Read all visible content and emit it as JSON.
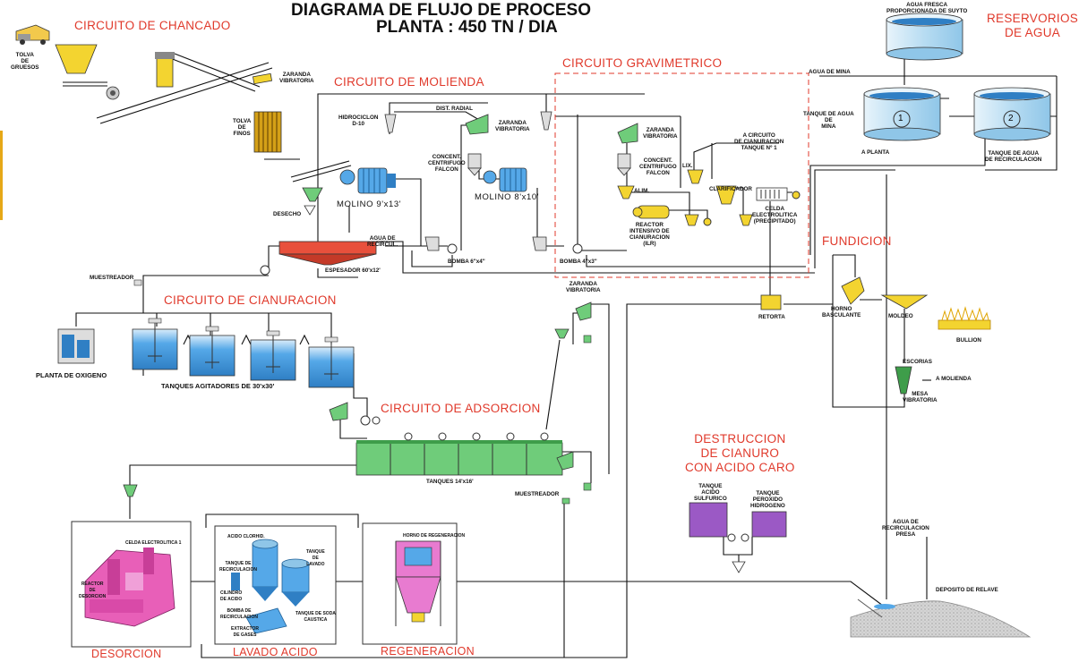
{
  "title": {
    "line1": "DIAGRAMA  DE  FLUJO DE PROCESO",
    "line2": "PLANTA : 450 TN / DIA"
  },
  "sections": {
    "chancado": "CIRCUITO DE CHANCADO",
    "molienda": "CIRCUITO DE MOLIENDA",
    "gravimetrico": "CIRCUITO GRAVIMETRICO",
    "reservorios": "RESERVORIOS\nDE AGUA",
    "cianuracion": "CIRCUITO DE CIANURACION",
    "fundicion": "FUNDICION",
    "adsorcion": "CIRCUITO DE ADSORCION",
    "destruccion": "DESTRUCCION\nDE CIANURO\nCON ACIDO CARO",
    "desorcion": "DESORCION",
    "lavado": "LAVADO ACIDO",
    "regeneracion": "REGENERACION"
  },
  "labels": {
    "tolva_gruesos": "TOLVA\nDE\nGRUESOS",
    "zaranda_vib_1": "ZARANDA\nVIBRATORIA",
    "tolva_finos": "TOLVA\nDE\nFINOS",
    "desecho": "DESECHO",
    "hidrociclon": "HIDROCICLON\nD-10",
    "dist_radial": "DIST. RADIAL",
    "zaranda_vib_2": "ZARANDA\nVIBRATORIA",
    "concent_falcon_1": "CONCENT.\nCENTRIFUGO\nFALCON",
    "molino_1": "MOLINO  9'x13'",
    "molino_2": "MOLINO  8'x10'",
    "zaranda_vib_3": "ZARANDA\nVIBRATORIA",
    "concent_falcon_2": "CONCENT.\nCENTRIFUGO\nFALCON",
    "alim": "ALIM.",
    "lix": "LIX.",
    "clarificador": "CLARIFICADOR",
    "a_circuito_cian": "A CIRCUITO\nDE CIANURACION\nTANQUE Nº 1",
    "reactor": "REACTOR\nINTENSIVO DE\nCIANURACION\n(ILR)",
    "celda": "CELDA\nELECTROLITICA\n(PRECIPITADO)",
    "agua_recircul": "AGUA DE\nRECIRCUL.",
    "espesador": "ESPESADOR  60'x12'",
    "bomba_1": "BOMBA  6\"x4\"",
    "bomba_2": "BOMBA  4\"x3\"",
    "muestreador_1": "MUESTREADOR",
    "zaranda_vib_4": "ZARANDA\nVIBRATORIA",
    "planta_oxigeno": "PLANTA DE OXIGENO",
    "tanques_agit": "TANQUES AGITADORES DE 30'x30'",
    "tanques_ads": "TANQUES   14'x16'",
    "muestreador_2": "MUESTREADOR",
    "agua_fresca": "AGUA FRESCA\nPROPORCIONADA DE SUYTO",
    "agua_mina": "AGUA DE MINA",
    "tanque_agua_mina": "TANQUE DE AGUA\nDE\nMINA",
    "tanque_recirc": "TANQUE DE AGUA\nDE RECIRCULACION",
    "a_planta": "A PLANTA",
    "tank1": "1",
    "tank2": "2",
    "retorta": "RETORTA",
    "horno": "HORNO\nBASCULANTE",
    "moldeo": "MOLDEO",
    "bullion": "BULLION",
    "escorias": "ESCORIAS",
    "a_molienda": "A MOLIENDA",
    "mesa_vib": "MESA\nVIBRATORIA",
    "tanque_acido": "TANQUE\nACIDO\nSULFURICO",
    "tanque_peroxido": "TANQUE\nPEROXIDO\nHIDROGENO",
    "agua_recirc_presa": "AGUA DE\nRECIRCULACION\nPRESA",
    "deposito": "DEPOSITO DE RELAVE",
    "acido_clorhid": "ACIDO CLORHID.",
    "tanque_lavado": "TANQUE\nDE\nLAVADO",
    "tanque_recirc_2": "TANQUE DE\nRECIRCULACION",
    "cilindro_acido": "CILINDRO\nDE ACIDO",
    "bomba_recirc": "BOMBA DE\nRECIRCULACION",
    "extractor": "EXTRACTOR\nDE GASES",
    "tanque_soda": "TANQUE DE SODA\nCAUSTICA",
    "horno_regen": "HORNO DE REGENERACION",
    "celda_electro": "CELDA ELECTROLITICA 1",
    "reactor_desorc": "REACTOR\nDE\nDESORCION"
  },
  "colors": {
    "section_text": "#e0392b",
    "tank_blue": "#55a8e8",
    "tank_green": "#6fcc7a",
    "equipment_yellow": "#f3d430",
    "equipment_red": "#e8503c",
    "reservoir": "#8fc6e8",
    "acid_tank": "#9b59c5",
    "desorcion_pink": "#e85fb8",
    "regen_pink": "#e87bd0",
    "gravimetric_border": "#e0392b"
  }
}
